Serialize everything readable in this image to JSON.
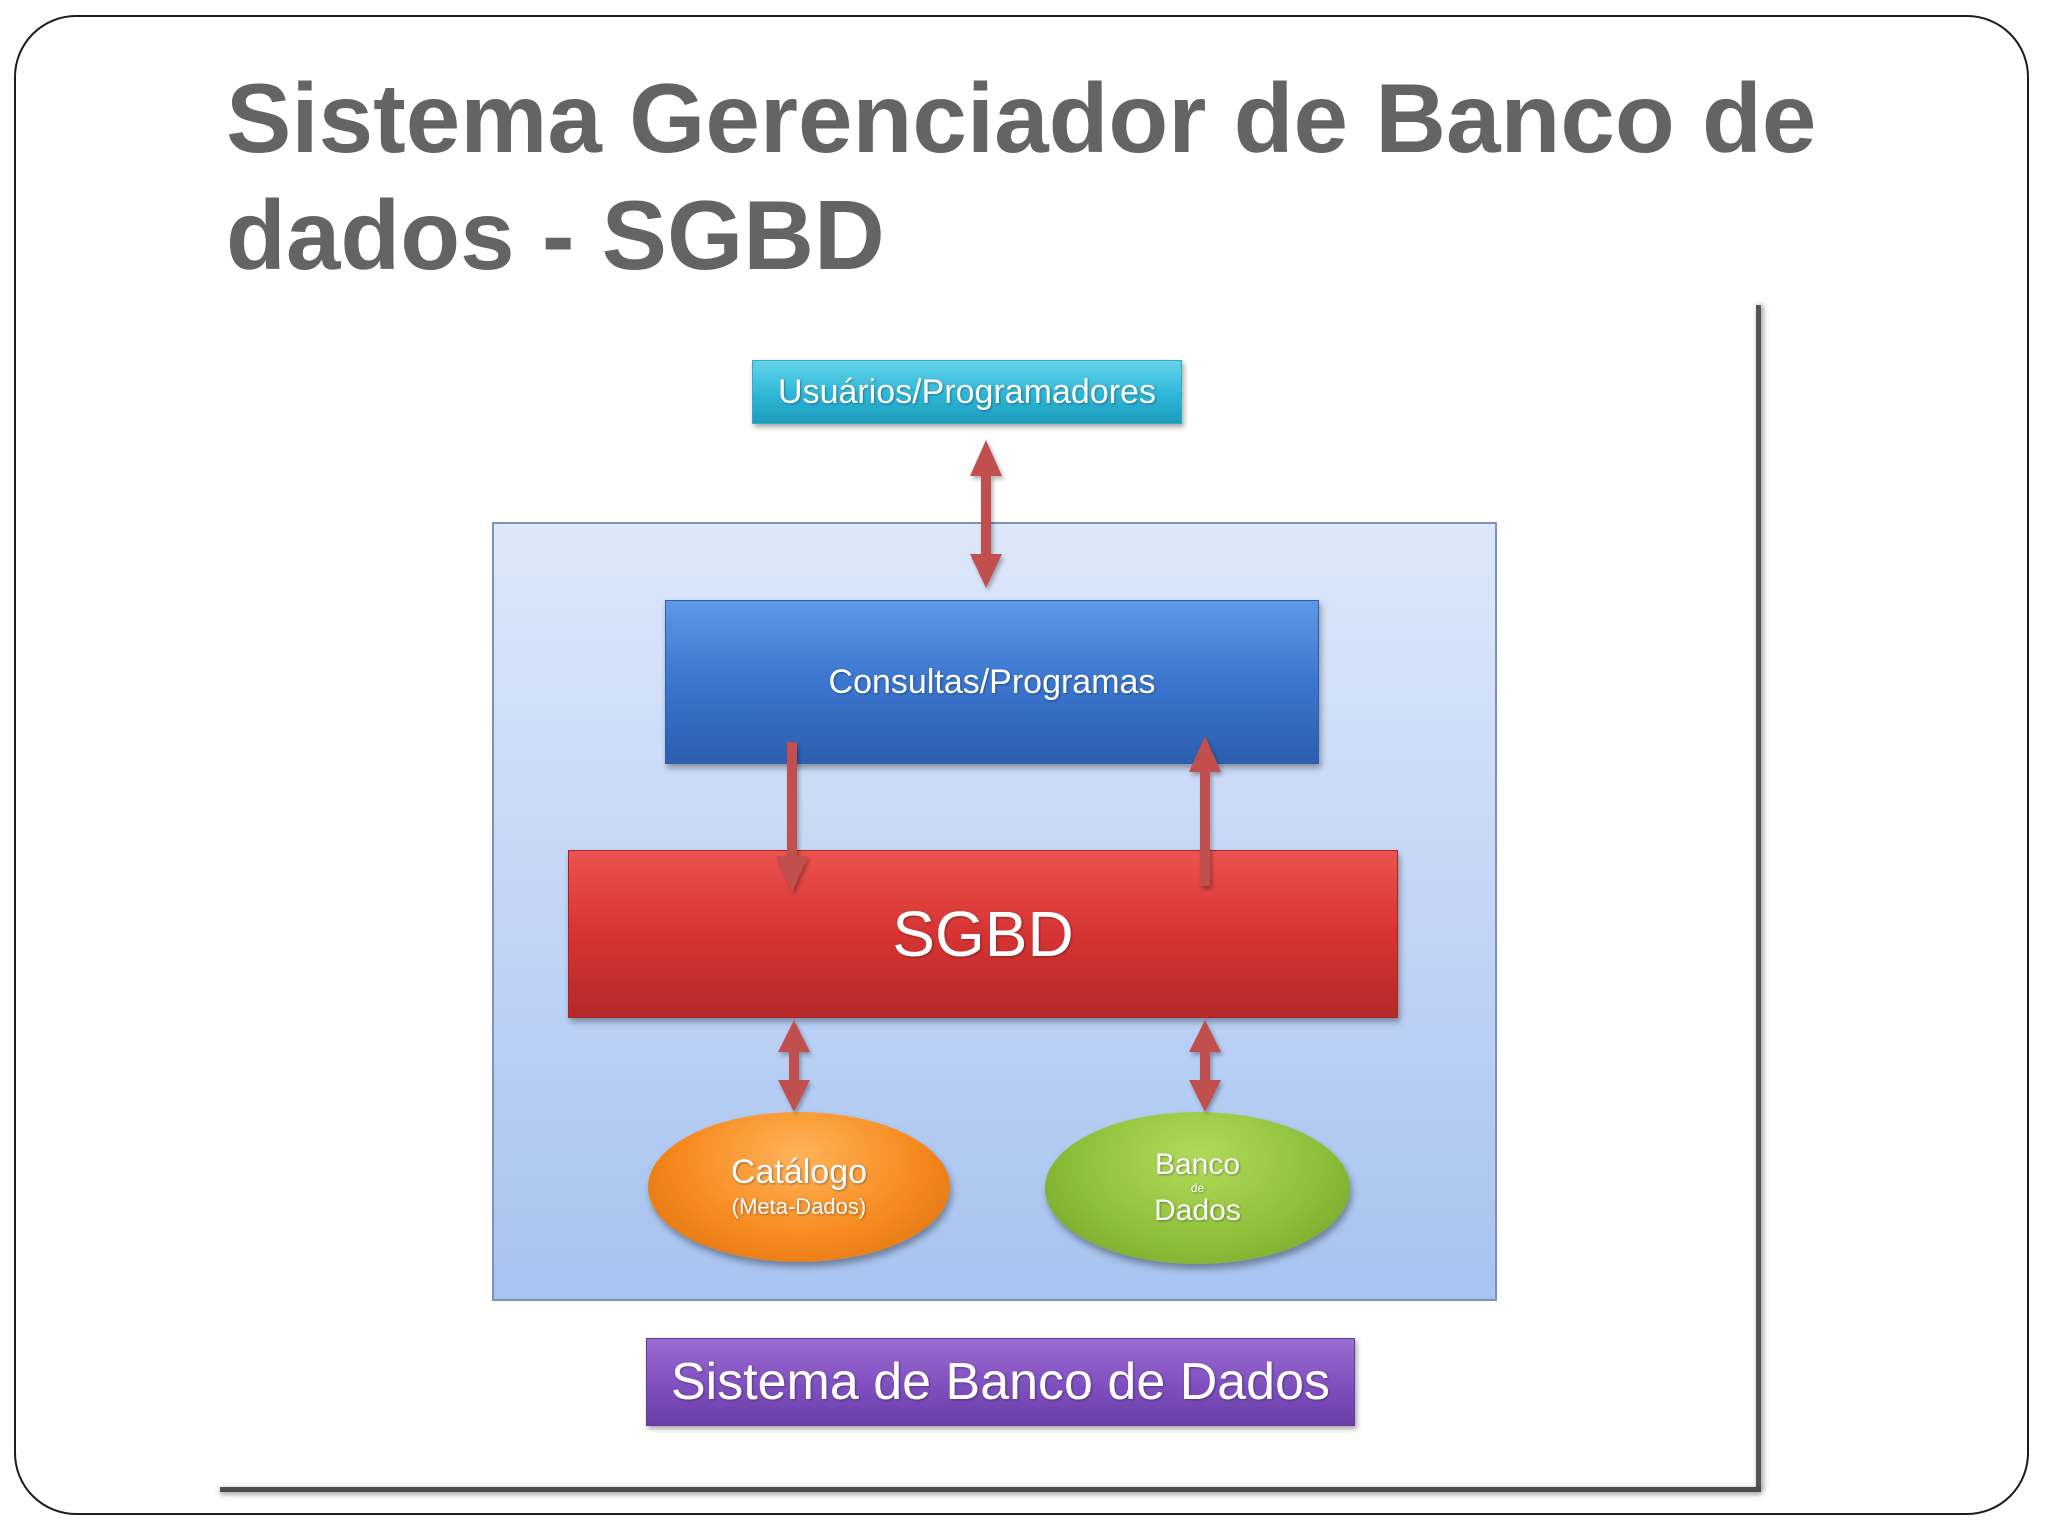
{
  "slide": {
    "title": "Sistema Gerenciador de Banco de dados - SGBD"
  },
  "diagram": {
    "users_label": "Usuários/Programadores",
    "queries_label": "Consultas/Programas",
    "sgbd_label": "SGBD",
    "catalog": {
      "title": "Catálogo",
      "subtitle": "(Meta-Dados)"
    },
    "database": {
      "line1": "Banco",
      "line2": "de",
      "line3": "Dados"
    },
    "caption": "Sistema de Banco de Dados"
  },
  "colors": {
    "title_text": "#646464",
    "arrow": "#c0504d",
    "users_box": "#2eb6d6",
    "queries_box": "#3b76cf",
    "sgbd_box": "#d63433",
    "catalog": "#f68a1e",
    "database": "#8fc03a",
    "caption_box": "#7f4fbf",
    "system_box": "#c5d7f6"
  }
}
